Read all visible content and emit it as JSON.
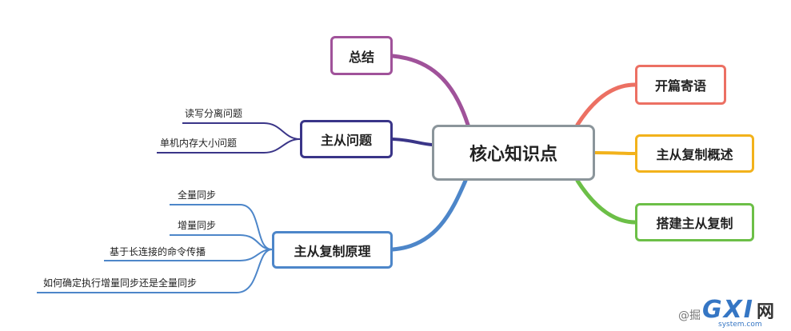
{
  "center": {
    "label": "核心知识点"
  },
  "left_branches": {
    "summary": {
      "label": "总结"
    },
    "issues": {
      "label": "主从问题",
      "children": [
        "读写分离问题",
        "单机内存大小问题"
      ]
    },
    "principle": {
      "label": "主从复制原理",
      "children": [
        "全量同步",
        "增量同步",
        "基于长连接的命令传播",
        "如何确定执行增量同步还是全量同步"
      ]
    }
  },
  "right_branches": {
    "preface": {
      "label": "开篇寄语"
    },
    "overview": {
      "label": "主从复制概述"
    },
    "setup": {
      "label": "搭建主从复制"
    }
  },
  "colors": {
    "summary": "#a0529a",
    "issues": "#3a3588",
    "principle": "#4d86c9",
    "preface": "#ec7063",
    "overview": "#f2b21b",
    "setup": "#6cbf47",
    "center_border": "#8b959b"
  },
  "watermark": {
    "at": "@掘",
    "logo": "GXI",
    "net": "网",
    "domain": "system.com"
  }
}
